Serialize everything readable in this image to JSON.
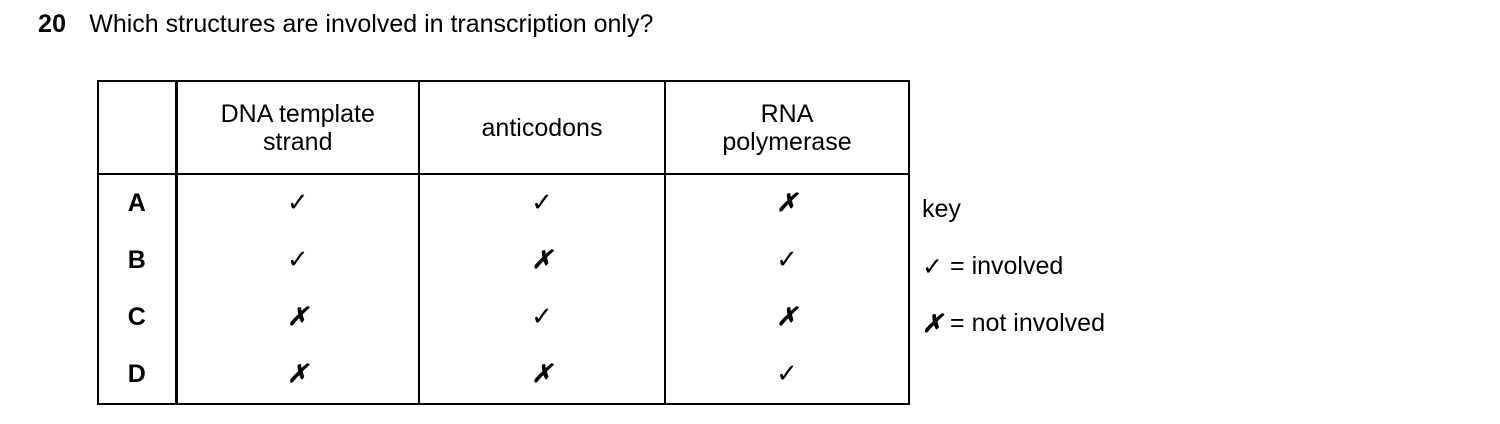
{
  "question": {
    "number": "20",
    "text": "Which structures are involved in transcription only?"
  },
  "table": {
    "corner_header": "",
    "columns": [
      {
        "line1": "DNA template",
        "line2": "strand"
      },
      {
        "line1": "anticodons",
        "line2": ""
      },
      {
        "line1": "RNA",
        "line2": "polymerase"
      }
    ],
    "rows": [
      {
        "letter": "A",
        "cells": [
          "✓",
          "✓",
          "✗"
        ]
      },
      {
        "letter": "B",
        "cells": [
          "✓",
          "✗",
          "✓"
        ]
      },
      {
        "letter": "C",
        "cells": [
          "✗",
          "✓",
          "✗"
        ]
      },
      {
        "letter": "D",
        "cells": [
          "✗",
          "✗",
          "✓"
        ]
      }
    ]
  },
  "key": {
    "title": "key",
    "tick_symbol": "✓",
    "tick_equals": "=",
    "tick_label": "involved",
    "cross_symbol": "✗",
    "cross_equals": "=",
    "cross_label": "not involved"
  },
  "colors": {
    "background": "#ffffff",
    "text": "#000000",
    "border": "#000000"
  }
}
